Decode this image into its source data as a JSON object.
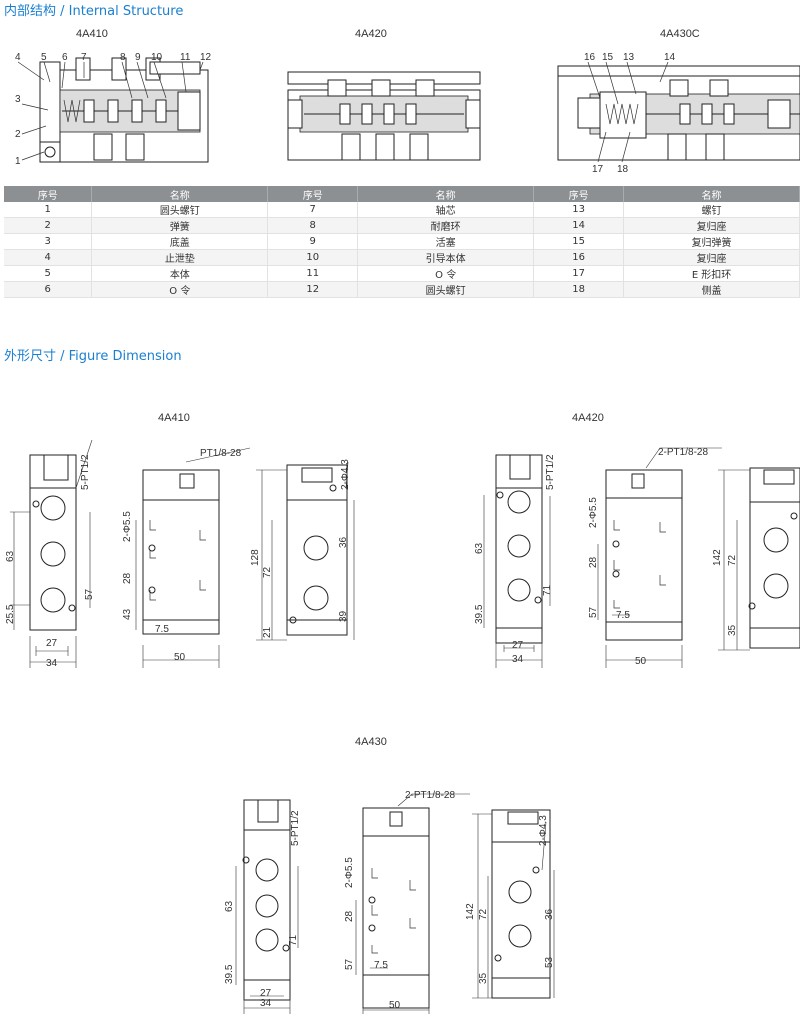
{
  "section1": {
    "title": "内部结构 / Internal Structure"
  },
  "section2": {
    "title": "外形尺寸 / Figure Dimension"
  },
  "internal": {
    "models": [
      "4A410",
      "4A420",
      "4A430C"
    ],
    "callouts_left": [
      "4",
      "5",
      "6",
      "7",
      "8",
      "9",
      "10",
      "11",
      "12",
      "3",
      "2",
      "1"
    ],
    "callouts_right": [
      "16",
      "15",
      "13",
      "14",
      "17",
      "18"
    ]
  },
  "parts_table": {
    "headers": [
      "序号",
      "名称",
      "序号",
      "名称",
      "序号",
      "名称"
    ],
    "rows": [
      [
        "1",
        "圆头螺钉",
        "7",
        "轴芯",
        "13",
        "螺钉"
      ],
      [
        "2",
        "弹簧",
        "8",
        "耐磨环",
        "14",
        "复归座"
      ],
      [
        "3",
        "底盖",
        "9",
        "活塞",
        "15",
        "复归弹簧"
      ],
      [
        "4",
        "止泄垫",
        "10",
        "引导本体",
        "16",
        "复归座"
      ],
      [
        "5",
        "本体",
        "11",
        "O 令",
        "17",
        "E 形扣环"
      ],
      [
        "6",
        "O 令",
        "12",
        "圆头螺钉",
        "18",
        "侧盖"
      ]
    ]
  },
  "dimensions": {
    "models": [
      "4A410",
      "4A420",
      "4A430"
    ],
    "port_main": "5-PT1/2",
    "port_pilot_single": "PT1/8-28",
    "port_pilot_double": "2-PT1/8-28",
    "hole_55": "2-Φ5.5",
    "hole_43": "2-Φ4.3",
    "d410": {
      "h63": "63",
      "h255": "25.5",
      "w27": "27",
      "w34": "34",
      "v57": "57",
      "h28": "28",
      "h43": "43",
      "w75": "7.5",
      "w50": "50",
      "h128": "128",
      "h72": "72",
      "h21": "21",
      "h36": "36",
      "h39": "39"
    },
    "d420": {
      "h63": "63",
      "h395": "39.5",
      "w27": "27",
      "w34": "34",
      "v71": "71",
      "h28": "28",
      "h57": "57",
      "w75": "7.5",
      "w50": "50",
      "h142": "142",
      "h72": "72",
      "h35": "35"
    },
    "d430": {
      "h63": "63",
      "h395": "39.5",
      "w27": "27",
      "w34": "34",
      "v71": "71",
      "h28": "28",
      "h57": "57",
      "w75": "7.5",
      "w50": "50",
      "h142": "142",
      "h72": "72",
      "h35": "35",
      "h36": "36",
      "h53": "53"
    }
  }
}
